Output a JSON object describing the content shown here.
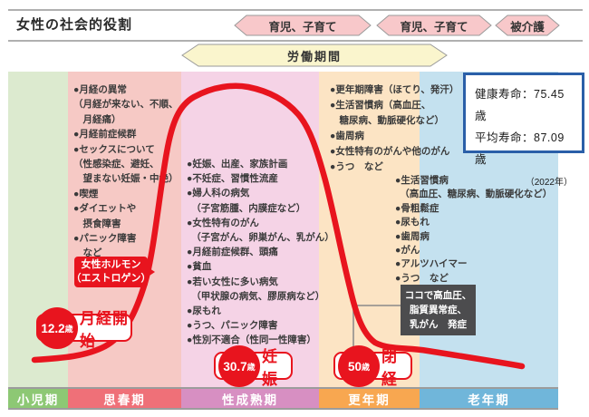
{
  "title": "女性の社会的役割",
  "header_arrows": [
    {
      "label": "育児、子育て"
    },
    {
      "label": "育児、子育て"
    },
    {
      "label": "被介護"
    }
  ],
  "labor_arrow_label": "労働期間",
  "info_box": {
    "healthy_life": "健康寿命：75.45歳",
    "average_life": "平均寿命：87.09歳",
    "year_note": "（2022年）"
  },
  "hormone_label": {
    "line1": "女性ホルモン",
    "line2": "（エストロゲン）"
  },
  "events": [
    {
      "age": "12.2",
      "unit": "歳",
      "label": "月経開始"
    },
    {
      "age": "30.7",
      "unit": "歳",
      "label": "妊娠"
    },
    {
      "age": "50",
      "unit": "歳",
      "label": "閉経"
    }
  ],
  "onset_callout": [
    "ココで高血圧、",
    "脂質異常症、",
    "乳がん　発症"
  ],
  "stages": [
    {
      "label": "小児期",
      "bar_color": "#8dc874",
      "bg_color": "#dceacf",
      "items": []
    },
    {
      "label": "思春期",
      "bar_color": "#ef7078",
      "bg_color": "#f6c9c5",
      "items": [
        "●月経の異常",
        "（月経が来ない、不順、",
        "　月経痛）",
        "●月経前症候群",
        "●セックスについて",
        "（性感染症、避妊、",
        "　望まない妊娠・中絶）",
        "●喫煙",
        "●ダイエットや",
        "　摂食障害",
        "●パニック障害",
        "　など"
      ]
    },
    {
      "label": "性成熟期",
      "bar_color": "#d78fc2",
      "bg_color": "#f5d3e6",
      "items": [
        "●妊娠、出産、家族計画",
        "●不妊症、習慣性流産",
        "●婦人科の病気",
        "　（子宮筋腫、内膜症など）",
        "●女性特有のがん",
        "　（子宮がん、卵巣がん、乳がん）",
        "●月経前症候群、頭痛",
        "●貧血",
        "●若い女性に多い病気",
        "　（甲状腺の病気、膠原病など）",
        "●尿もれ",
        "●うつ、パニック障害",
        "●性別不適合（性同一性障害）"
      ]
    },
    {
      "label": "更年期",
      "bar_color": "#f8a750",
      "bg_color": "#fce4c4",
      "items": [
        "●更年期障害（ほてり、発汗）",
        "●生活習慣病（高血圧、",
        "　糖尿病、動脈硬化など）",
        "●歯周病",
        "●女性特有のがんや他のがん",
        "●うつ　など"
      ]
    },
    {
      "label": "老年期",
      "bar_color": "#70b6da",
      "bg_color": "#c4e1ef",
      "items": [
        "●生活習慣病",
        "　（高血圧、糖尿病、動脈硬化など）",
        "●骨粗鬆症",
        "●尿もれ",
        "●歯周病",
        "●がん",
        "●アルツハイマー",
        "●うつ　など"
      ]
    }
  ],
  "colors": {
    "curve_red": "#e8141e",
    "arrow_pink": "#f8c8ca",
    "arrow_yellow": "#faf5cd",
    "info_border_blue": "#2a5fa8",
    "callout_gray": "#4c4c4e"
  }
}
